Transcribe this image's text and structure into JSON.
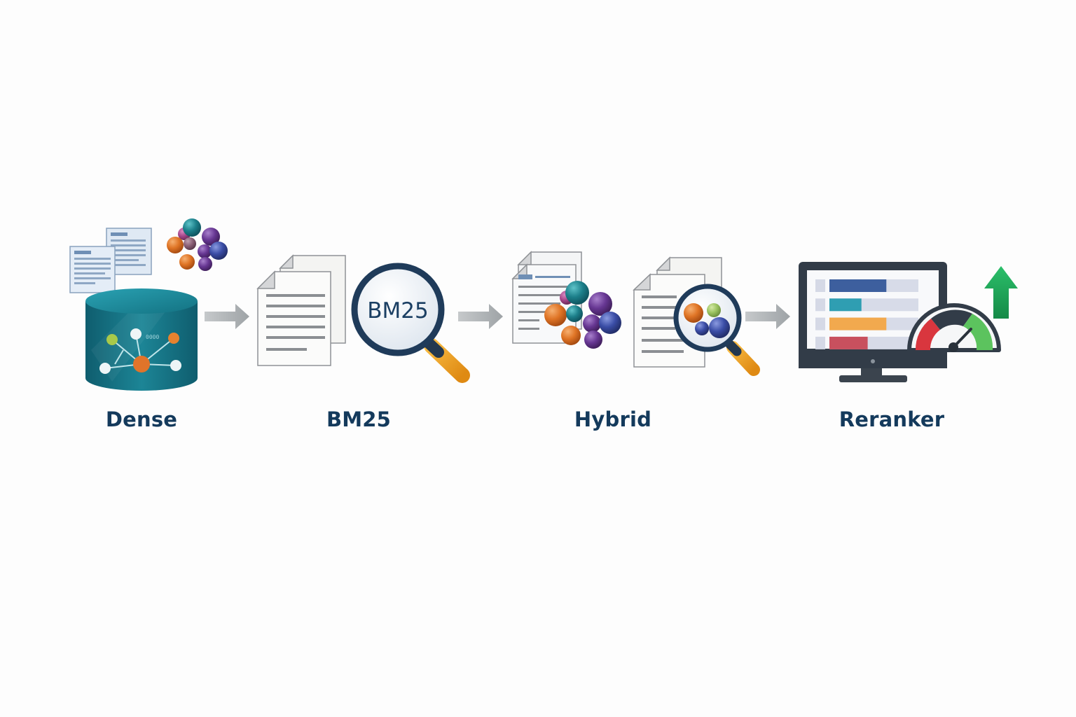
{
  "stages": [
    {
      "id": "dense",
      "label": "Dense"
    },
    {
      "id": "bm25",
      "label": "BM25",
      "lens_text": "BM25"
    },
    {
      "id": "hybrid",
      "label": "Hybrid"
    },
    {
      "id": "reranker",
      "label": "Reranker"
    }
  ],
  "icons": {
    "dense": "vector-database-icon",
    "bm25": "keyword-search-icon",
    "hybrid": "hybrid-search-icon",
    "reranker": "reranker-monitor-icon",
    "arrow": "arrow-right-icon",
    "up": "arrow-up-icon",
    "gauge": "gauge-icon"
  },
  "colors": {
    "label": "#143a5c",
    "teal": "#1e8a96",
    "orange": "#e07b2a",
    "purple": "#6a3c93",
    "blue": "#3b4ea5",
    "green": "#1fa55a",
    "red": "#d9363e",
    "handle": "#f0a21e",
    "arrow": "#a9adb0"
  },
  "reranker_bars": [
    {
      "color": "#3d5f9e",
      "fraction": 0.64
    },
    {
      "color": "#2f9eb2",
      "fraction": 0.36
    },
    {
      "color": "#f2a94e",
      "fraction": 0.64
    },
    {
      "color": "#c8505e",
      "fraction": 0.43
    }
  ]
}
